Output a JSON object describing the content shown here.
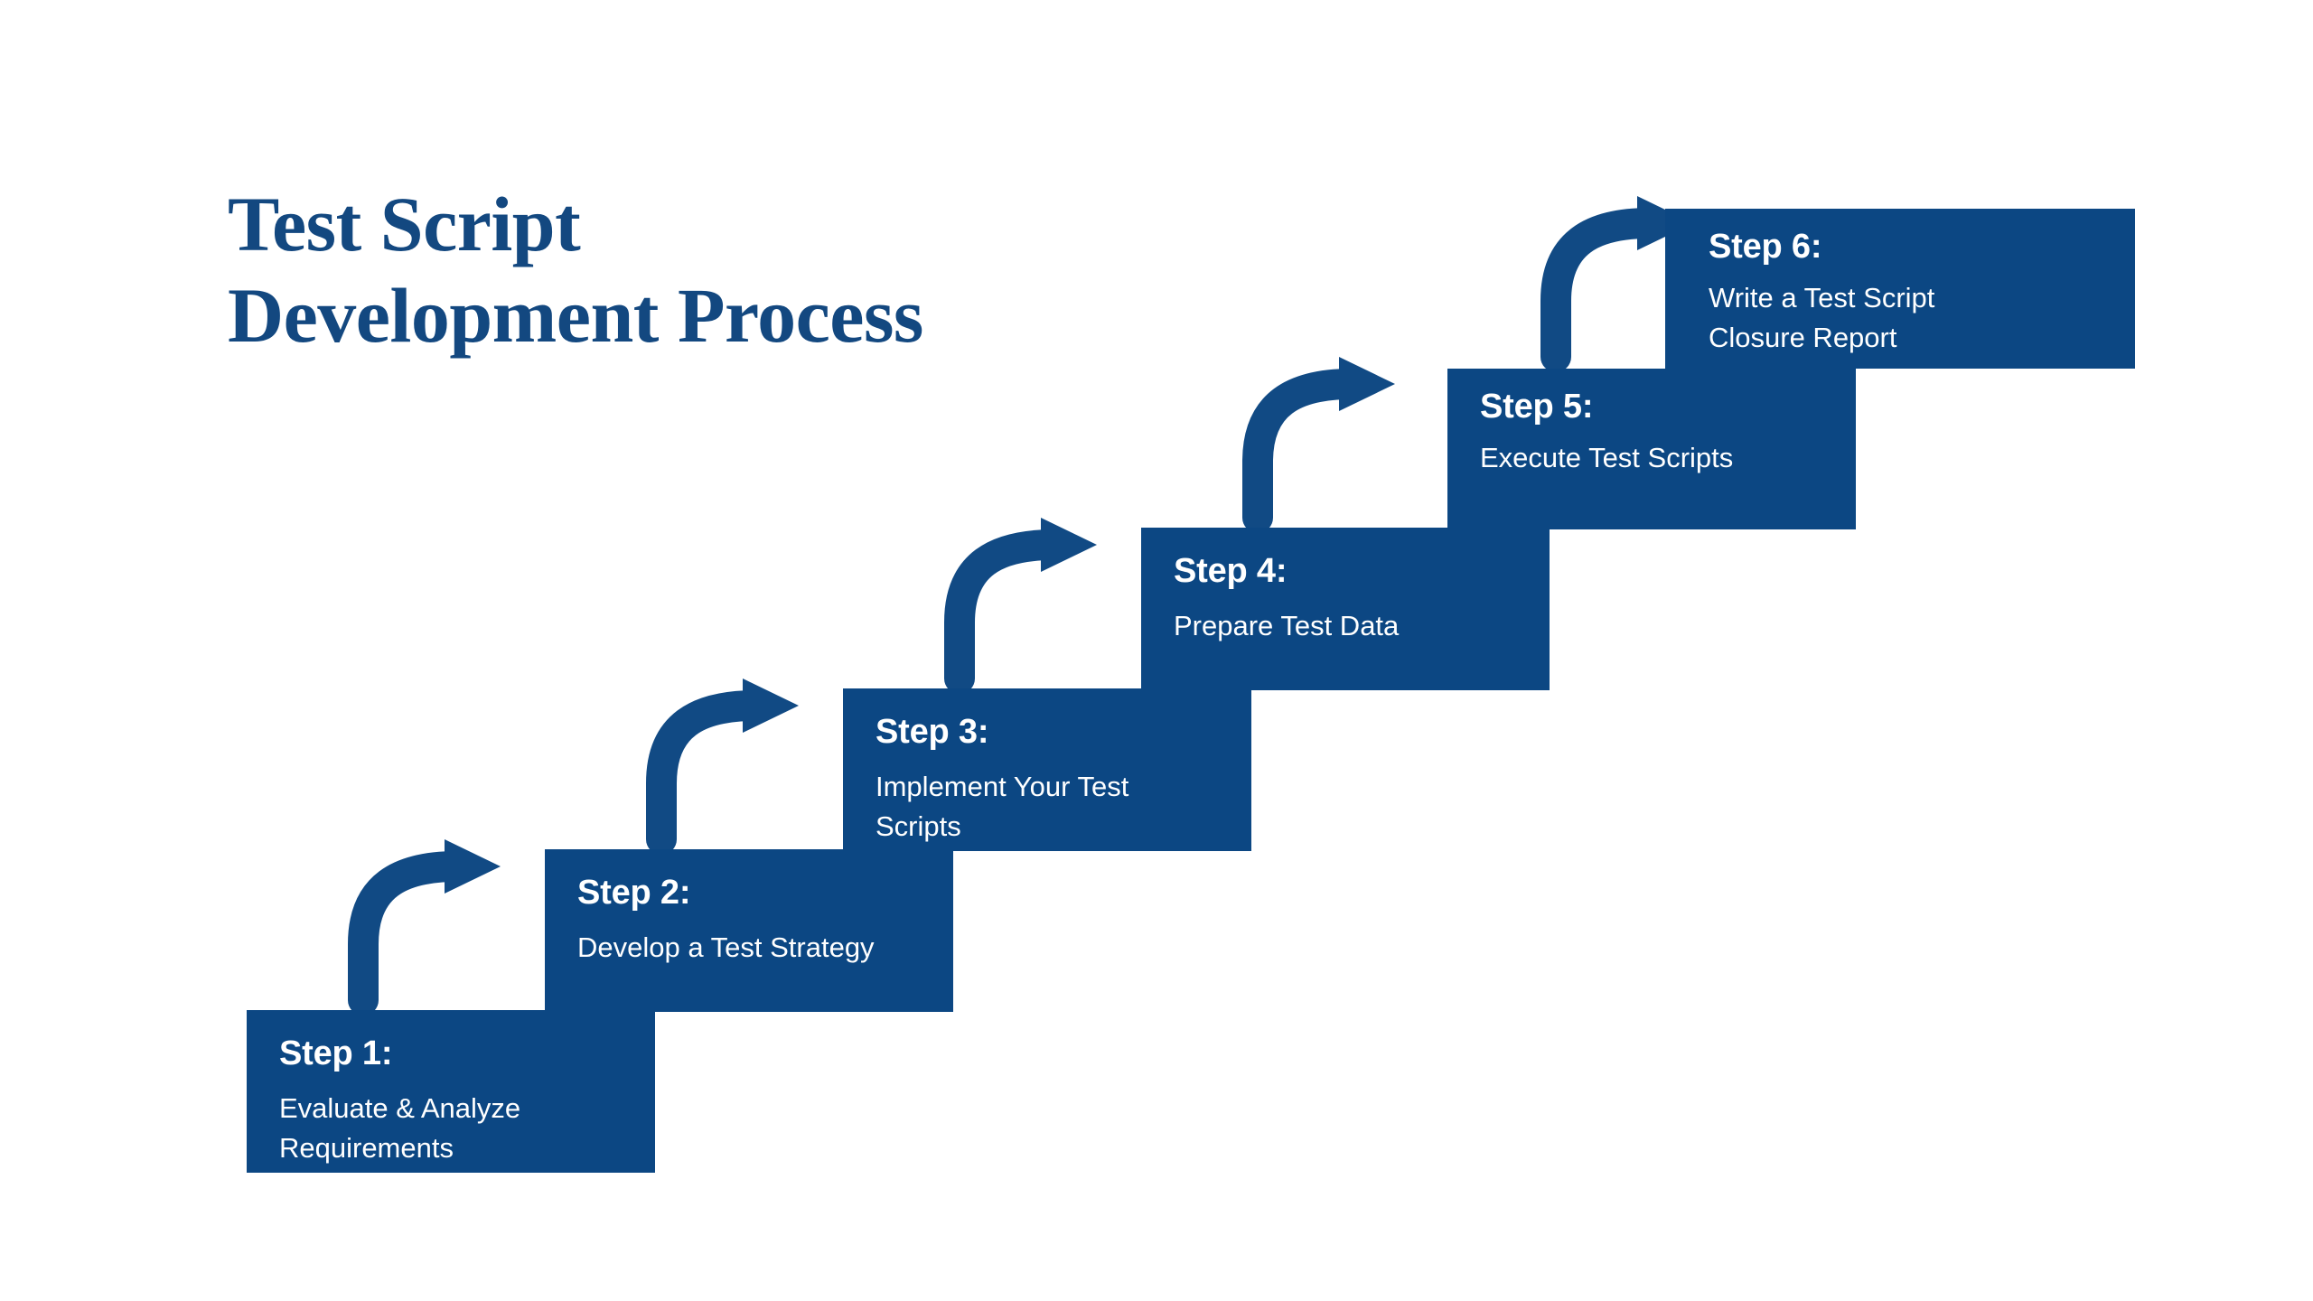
{
  "page": {
    "background": "#ffffff",
    "accent_color": "#0c4783",
    "arrow_color": "#114a84",
    "title_color": "#134880",
    "text_color": "#ffffff"
  },
  "title": {
    "line1": "Test Script",
    "line2": "Development Process",
    "full": "Test Script\nDevelopment Process"
  },
  "diagram": {
    "type": "staircase-process",
    "direction": "ascending-left-to-right",
    "step_count": 6,
    "connector": "curved-arrow"
  },
  "steps": [
    {
      "index": 1,
      "label": "Step 1:",
      "description": "Evaluate & Analyze\nRequirements",
      "arrow_name": "arrow-step1-to-step2"
    },
    {
      "index": 2,
      "label": "Step 2:",
      "description": "Develop a Test Strategy",
      "arrow_name": "arrow-step2-to-step3"
    },
    {
      "index": 3,
      "label": "Step 3:",
      "description": "Implement Your Test\nScripts",
      "arrow_name": "arrow-step3-to-step4"
    },
    {
      "index": 4,
      "label": "Step 4:",
      "description": "Prepare Test Data",
      "arrow_name": "arrow-step4-to-step5"
    },
    {
      "index": 5,
      "label": "Step 5:",
      "description": "Execute Test Scripts",
      "arrow_name": "arrow-step5-to-step6"
    },
    {
      "index": 6,
      "label": "Step 6:",
      "description": "Write a Test Script\nClosure Report",
      "arrow_name": null
    }
  ]
}
